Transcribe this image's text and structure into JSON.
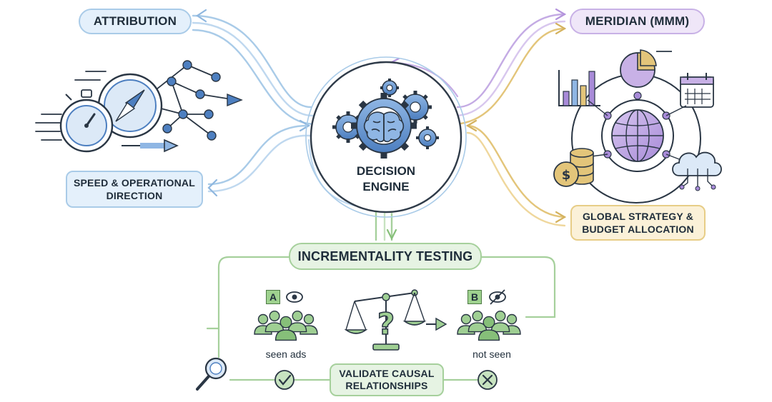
{
  "hub": {
    "title_line1": "DECISION",
    "title_line2": "ENGINE"
  },
  "nodes": {
    "attribution": "ATTRIBUTION",
    "speed_line1": "SPEED & OPERATIONAL",
    "speed_line2": "DIRECTION",
    "meridian": "MERIDIAN (MMM)",
    "global_line1": "GLOBAL STRATEGY &",
    "global_line2": "BUDGET ALLOCATION",
    "incrementality": "INCREMENTALITY TESTING",
    "validate_line1": "VALIDATE CAUSAL",
    "validate_line2": "RELATIONSHIPS"
  },
  "test_groups": {
    "group_a_letter": "A",
    "group_a_caption": "seen ads",
    "group_b_letter": "B",
    "group_b_caption": "not seen"
  },
  "colors": {
    "attribution_blue": "#9cc3e6",
    "meridian_purple": "#c4abe4",
    "budget_gold": "#e3c57a",
    "incrementality_green": "#9fcf93",
    "icon_blue": "#4d7fc0",
    "ink": "#2a3644"
  },
  "icons": [
    "stopwatch-icon",
    "compass-icon",
    "network-graph-icon",
    "gears-icon",
    "brain-icon",
    "bar-chart-icon",
    "pie-chart-icon",
    "calendar-icon",
    "globe-icon",
    "coins-icon",
    "cloud-network-icon",
    "eye-icon",
    "eye-slash-icon",
    "people-group-icon",
    "balance-scale-icon",
    "question-mark-icon",
    "magnifier-icon",
    "check-icon",
    "cross-icon"
  ]
}
